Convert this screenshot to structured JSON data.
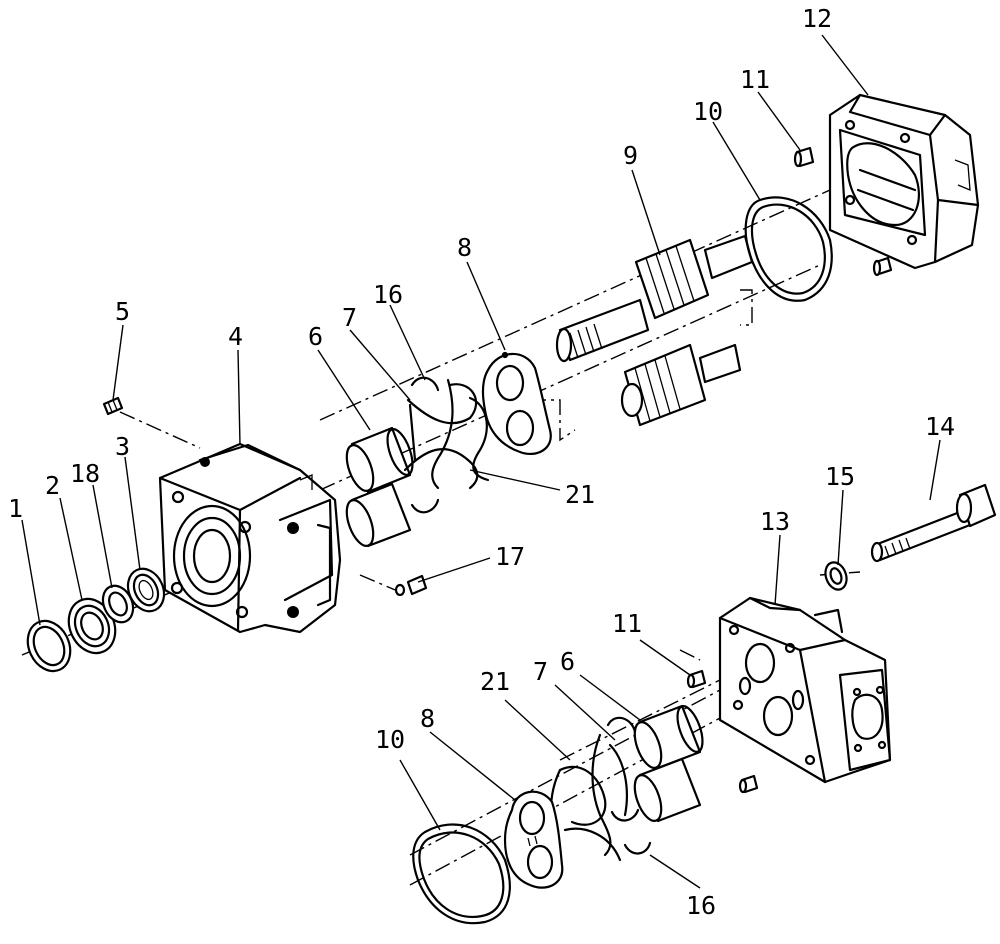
{
  "callouts": {
    "c1": "1",
    "c2": "2",
    "c18": "18",
    "c3": "3",
    "c5": "5",
    "c4": "4",
    "c6a": "6",
    "c7a": "7",
    "c16a": "16",
    "c8a": "8",
    "c9": "9",
    "c10a": "10",
    "c11a": "11",
    "c12": "12",
    "c21a": "21",
    "c17": "17",
    "c14": "14",
    "c15": "15",
    "c13": "13",
    "c11b": "11",
    "c6b": "6",
    "c7b": "7",
    "c21b": "21",
    "c10b": "10",
    "c8b": "8",
    "c16b": "16"
  }
}
